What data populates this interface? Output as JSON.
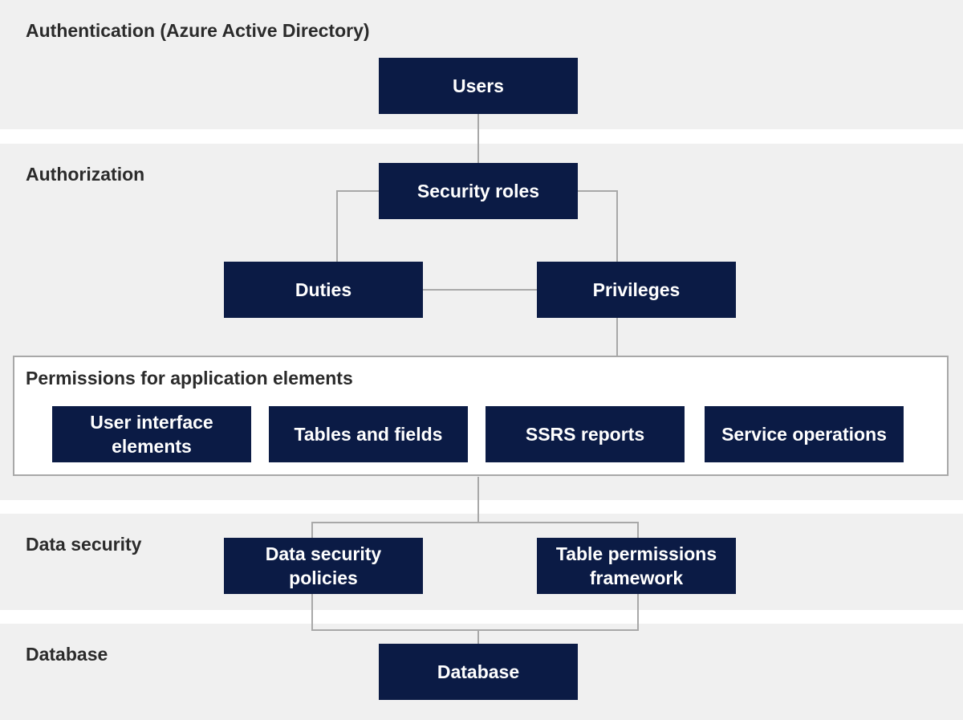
{
  "layers": {
    "authentication": "Authentication (Azure Active Directory)",
    "authorization": "Authorization",
    "permissions": "Permissions for application elements",
    "data_security": "Data security",
    "database": "Database"
  },
  "nodes": {
    "users": "Users",
    "security_roles": "Security roles",
    "duties": "Duties",
    "privileges": "Privileges",
    "ui_elements": [
      "User interface",
      "elements"
    ],
    "tables_fields": "Tables and fields",
    "ssrs_reports": "SSRS reports",
    "service_operations": "Service operations",
    "data_security_policies": [
      "Data security",
      "policies"
    ],
    "table_permissions_framework": [
      "Table permissions",
      "framework"
    ],
    "database": "Database"
  },
  "colors": {
    "node_fill": "#0b1b45",
    "node_text": "#ffffff",
    "band_fill": "#f0f0f0",
    "connector": "#a8a8a8"
  }
}
